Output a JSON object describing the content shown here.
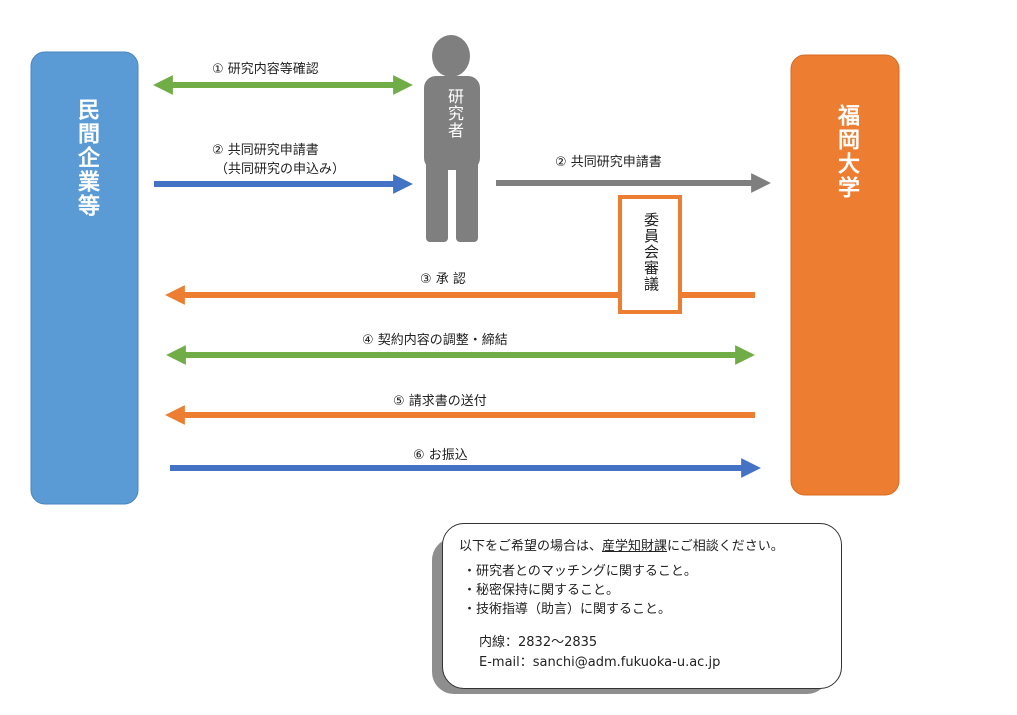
{
  "colors": {
    "company": "#5b9bd5",
    "university": "#ed7d31",
    "researcher": "#7f7f7f",
    "green": "#70ad47",
    "blue": "#4472c4",
    "orange": "#ed7d31",
    "gray": "#7f7f7f"
  },
  "diagram": {
    "company_label": "民間企業等",
    "university_label": "福岡大学",
    "researcher_label": "研究者",
    "committee_label": "委員会審議",
    "steps": [
      {
        "label": "① 研究内容等確認"
      },
      {
        "label": "② 共同研究申請書",
        "sub": "（共同研究の申込み）"
      },
      {
        "label": "② 共同研究申請書"
      },
      {
        "label": "③ 承 認"
      },
      {
        "label": "④ 契約内容の調整・締結"
      },
      {
        "label": "⑤ 請求書の送付"
      },
      {
        "label": "⑥ お振込"
      }
    ]
  },
  "contact": {
    "intro_before": "以下をご希望の場合は、",
    "intro_dept": "産学知財課",
    "intro_after": "にご相談ください。",
    "items": [
      "・研究者とのマッチングに関すること。",
      "・秘密保持に関すること。",
      "・技術指導（助言）に関すること。"
    ],
    "ext": "内線：2832～2835",
    "email": "E-mail：sanchi@adm.fukuoka-u.ac.jp"
  }
}
